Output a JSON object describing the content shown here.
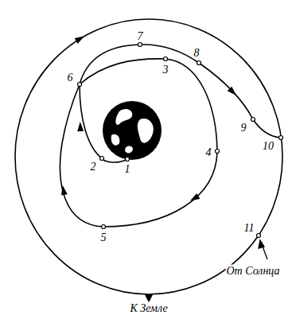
{
  "diagram": {
    "labels": [
      "1",
      "2",
      "3",
      "4",
      "5",
      "6",
      "7",
      "8",
      "9",
      "10",
      "11",
      "От Солнца",
      "К Земле"
    ]
  }
}
